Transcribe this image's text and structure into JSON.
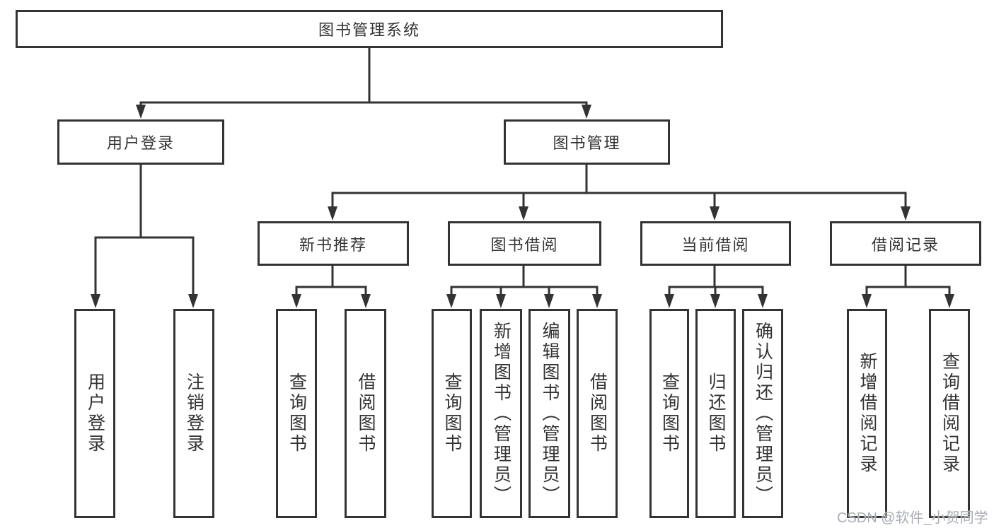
{
  "diagram": {
    "nodes": {
      "root": "图书管理系统",
      "user_login": "用户登录",
      "book_mgmt": "图书管理",
      "new_book_rec": "新书推荐",
      "book_borrow": "图书借阅",
      "current_borrow": "当前借阅",
      "borrow_records": "借阅记录",
      "leaf_user_login": "用户登录",
      "leaf_logout": "注销登录",
      "leaf_nb_query": "查询图书",
      "leaf_nb_borrow": "借阅图书",
      "leaf_bb_query": "查询图书",
      "leaf_bb_add": "新增图书（管理员）",
      "leaf_bb_edit": "编辑图书（管理员）",
      "leaf_bb_borrow": "借阅图书",
      "leaf_cb_query": "查询图书",
      "leaf_cb_return": "归还图书",
      "leaf_cb_confirm": "确认归还（管理员）",
      "leaf_br_add": "新增借阅记录",
      "leaf_br_query": "查询借阅记录"
    },
    "colors": {
      "line": "#333333",
      "text": "#333333",
      "background": "#ffffff",
      "watermark": "#a9aeb6"
    },
    "watermark": "CSDN @软件_小贺同学"
  }
}
